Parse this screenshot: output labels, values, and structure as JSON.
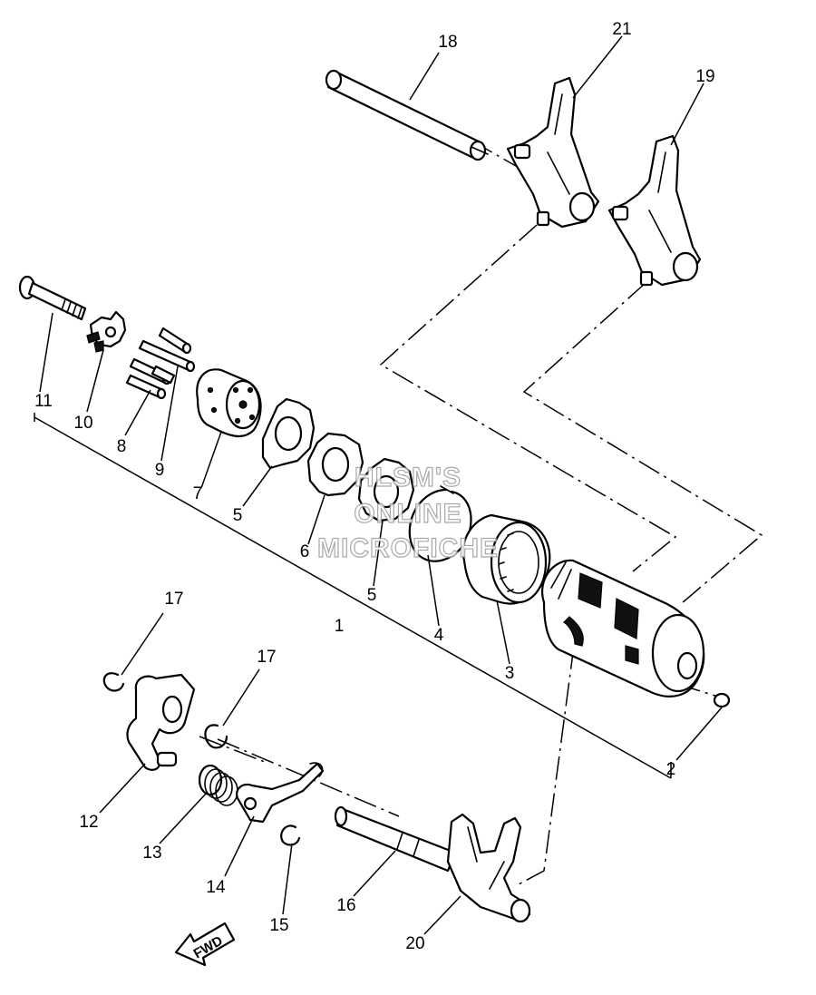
{
  "callouts": {
    "c1": "1",
    "c2": "2",
    "c3": "3",
    "c4": "4",
    "c5a": "5",
    "c5b": "5",
    "c6": "6",
    "c7": "7",
    "c8": "8",
    "c9": "9",
    "c10": "10",
    "c11": "11",
    "c12": "12",
    "c13": "13",
    "c14": "14",
    "c15": "15",
    "c16": "16",
    "c17a": "17",
    "c17b": "17",
    "c18": "18",
    "c19": "19",
    "c20": "20",
    "c21": "21"
  },
  "watermark": {
    "line1": "HLSM'S",
    "line2": "ONLINE",
    "line3": "MICROFICHE"
  },
  "direction": {
    "label": "FWD"
  },
  "colors": {
    "ink": "#000000",
    "background": "#ffffff",
    "watermark": "#9a9a9a"
  }
}
